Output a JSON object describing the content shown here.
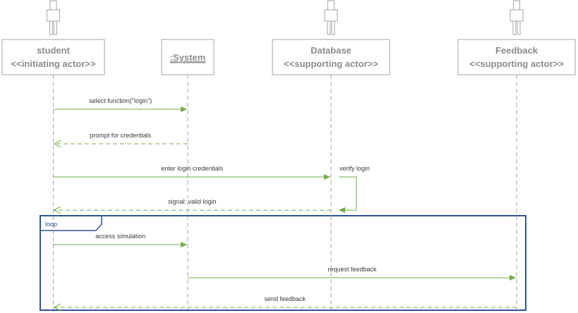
{
  "diagram": {
    "type": "sequence",
    "colors": {
      "actor_stroke": "#a6a6a6",
      "actor_text": "#8c8c8c",
      "lifeline": "#a6a6a6",
      "message": "#70ad47",
      "frame": "#2f5597",
      "label": "#3a3a3a"
    },
    "actors": [
      {
        "id": "student",
        "name": "student",
        "stereotype": "<<initiating actor>>",
        "icon": "person-icon"
      },
      {
        "id": "system",
        "name": ":System",
        "stereotype": "",
        "underline": true,
        "icon": ""
      },
      {
        "id": "database",
        "name": "Database",
        "stereotype": "<<supporting actor>>",
        "icon": "person-icon"
      },
      {
        "id": "feedback",
        "name": "Feedback",
        "stereotype": "<<supporting actor>>",
        "icon": "person-icon"
      }
    ],
    "messages": [
      {
        "from": "student",
        "to": "system",
        "label": "select function(\"login\")",
        "style": "solid"
      },
      {
        "from": "system",
        "to": "student",
        "label": "prompt for credentials",
        "style": "dashed"
      },
      {
        "from": "student",
        "to": "database",
        "label": "enter login credentials",
        "style": "solid"
      },
      {
        "from": "database",
        "to": "database",
        "label": "verify login",
        "style": "self"
      },
      {
        "from": "database",
        "to": "student",
        "label": "signal: valid login",
        "style": "dashed"
      },
      {
        "from": "student",
        "to": "system",
        "label": "access simulation",
        "style": "solid"
      },
      {
        "from": "system",
        "to": "feedback",
        "label": "request feedback",
        "style": "solid"
      },
      {
        "from": "feedback",
        "to": "student",
        "label": "send feedback",
        "style": "dashed"
      }
    ],
    "fragments": [
      {
        "operator": "loop"
      }
    ]
  }
}
